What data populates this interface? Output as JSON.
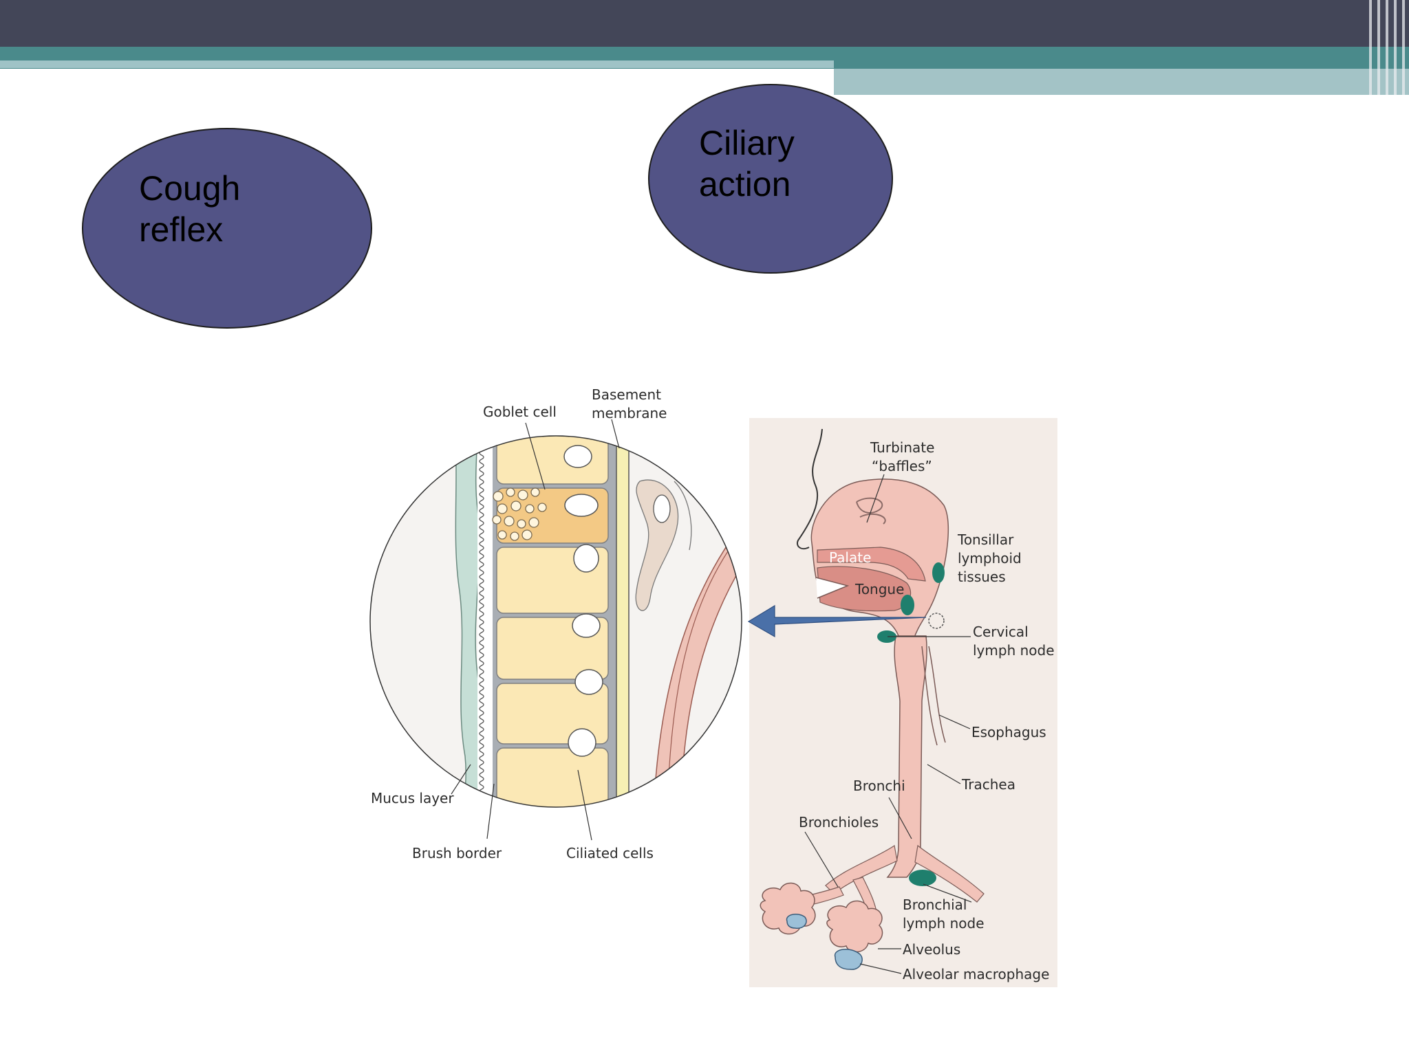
{
  "ovals": {
    "cough": {
      "line1": "Cough",
      "line2": "reflex"
    },
    "ciliary": {
      "line1": "Ciliary",
      "line2": "action"
    }
  },
  "diagram": {
    "labels": {
      "goblet_cell": "Goblet cell",
      "basement_1": "Basement",
      "basement_2": "membrane",
      "mucus_layer": "Mucus layer",
      "brush_border": "Brush border",
      "ciliated_cells": "Ciliated cells",
      "turbinate_1": "Turbinate",
      "turbinate_2": "“baffles”",
      "tonsillar_1": "Tonsillar",
      "tonsillar_2": "lymphoid",
      "tonsillar_3": "tissues",
      "palate": "Palate",
      "tongue": "Tongue",
      "cervical_1": "Cervical",
      "cervical_2": "lymph node",
      "esophagus": "Esophagus",
      "trachea": "Trachea",
      "bronchi": "Bronchi",
      "bronchioles": "Bronchioles",
      "bronchial_1": "Bronchial",
      "bronchial_2": "lymph node",
      "alveolus": "Alveolus",
      "alveolar_macrophage": "Alveolar macrophage"
    }
  },
  "colors": {
    "header": "#434658",
    "teal": "#4a8a8b",
    "oval_fill": "#525386",
    "arrow": "#4a70a8"
  }
}
